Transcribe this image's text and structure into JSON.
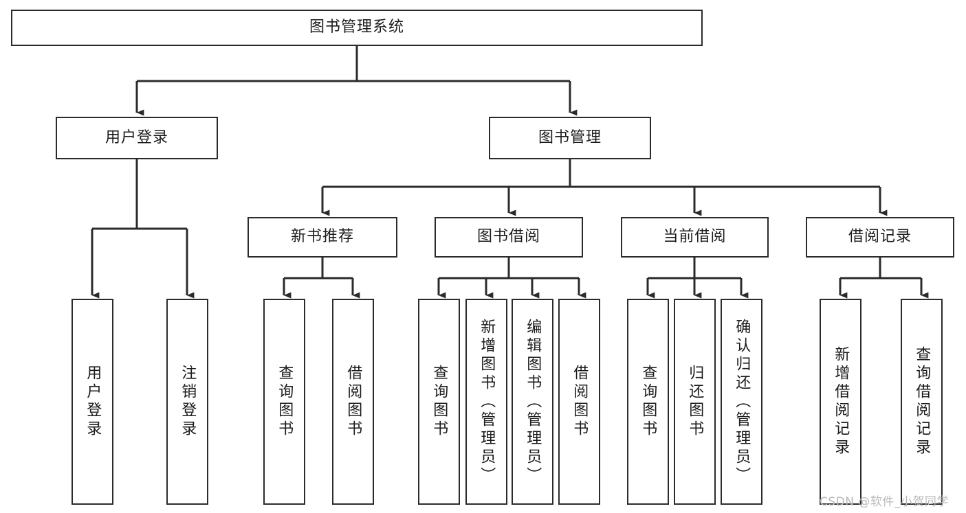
{
  "diagram": {
    "type": "tree-hierarchy",
    "title": "图书管理系统",
    "root": {
      "id": "root",
      "label": "图书管理系统",
      "orientation": "horizontal"
    },
    "level2": [
      {
        "id": "user-login",
        "label": "用户登录",
        "orientation": "horizontal"
      },
      {
        "id": "book-manage",
        "label": "图书管理",
        "orientation": "horizontal"
      }
    ],
    "level3": [
      {
        "id": "new-book-rec",
        "label": "新书推荐",
        "orientation": "horizontal"
      },
      {
        "id": "book-borrow",
        "label": "图书借阅",
        "orientation": "horizontal"
      },
      {
        "id": "current-borrow",
        "label": "当前借阅",
        "orientation": "horizontal"
      },
      {
        "id": "borrow-record",
        "label": "借阅记录",
        "orientation": "horizontal"
      }
    ],
    "leaves": [
      {
        "id": "leaf-user-login",
        "label": "用户登录",
        "parent": "user-login",
        "orientation": "vertical"
      },
      {
        "id": "leaf-logout",
        "label": "注销登录",
        "parent": "user-login",
        "orientation": "vertical"
      },
      {
        "id": "leaf-query-book-1",
        "label": "查询图书",
        "parent": "new-book-rec",
        "orientation": "vertical"
      },
      {
        "id": "leaf-borrow-book-1",
        "label": "借阅图书",
        "parent": "new-book-rec",
        "orientation": "vertical"
      },
      {
        "id": "leaf-query-book-2",
        "label": "查询图书",
        "parent": "book-borrow",
        "orientation": "vertical"
      },
      {
        "id": "leaf-add-book",
        "label": "新增图书（管理员）",
        "parent": "book-borrow",
        "orientation": "vertical"
      },
      {
        "id": "leaf-edit-book",
        "label": "编辑图书（管理员）",
        "parent": "book-borrow",
        "orientation": "vertical"
      },
      {
        "id": "leaf-borrow-book-2",
        "label": "借阅图书",
        "parent": "book-borrow",
        "orientation": "vertical"
      },
      {
        "id": "leaf-query-book-3",
        "label": "查询图书",
        "parent": "current-borrow",
        "orientation": "vertical"
      },
      {
        "id": "leaf-return-book",
        "label": "归还图书",
        "parent": "current-borrow",
        "orientation": "vertical"
      },
      {
        "id": "leaf-confirm-return",
        "label": "确认归还（管理员）",
        "parent": "current-borrow",
        "orientation": "vertical"
      },
      {
        "id": "leaf-add-record",
        "label": "新增借阅记录",
        "parent": "borrow-record",
        "orientation": "vertical"
      },
      {
        "id": "leaf-query-record",
        "label": "查询借阅记录",
        "parent": "borrow-record",
        "orientation": "vertical"
      }
    ],
    "colors": {
      "stroke": "#2b2b2b",
      "fill": "#ffffff",
      "text": "#1b1b1b",
      "watermark": "#b9b9b9"
    }
  },
  "watermark": {
    "text": "CSDN @软件_小贺同学"
  }
}
